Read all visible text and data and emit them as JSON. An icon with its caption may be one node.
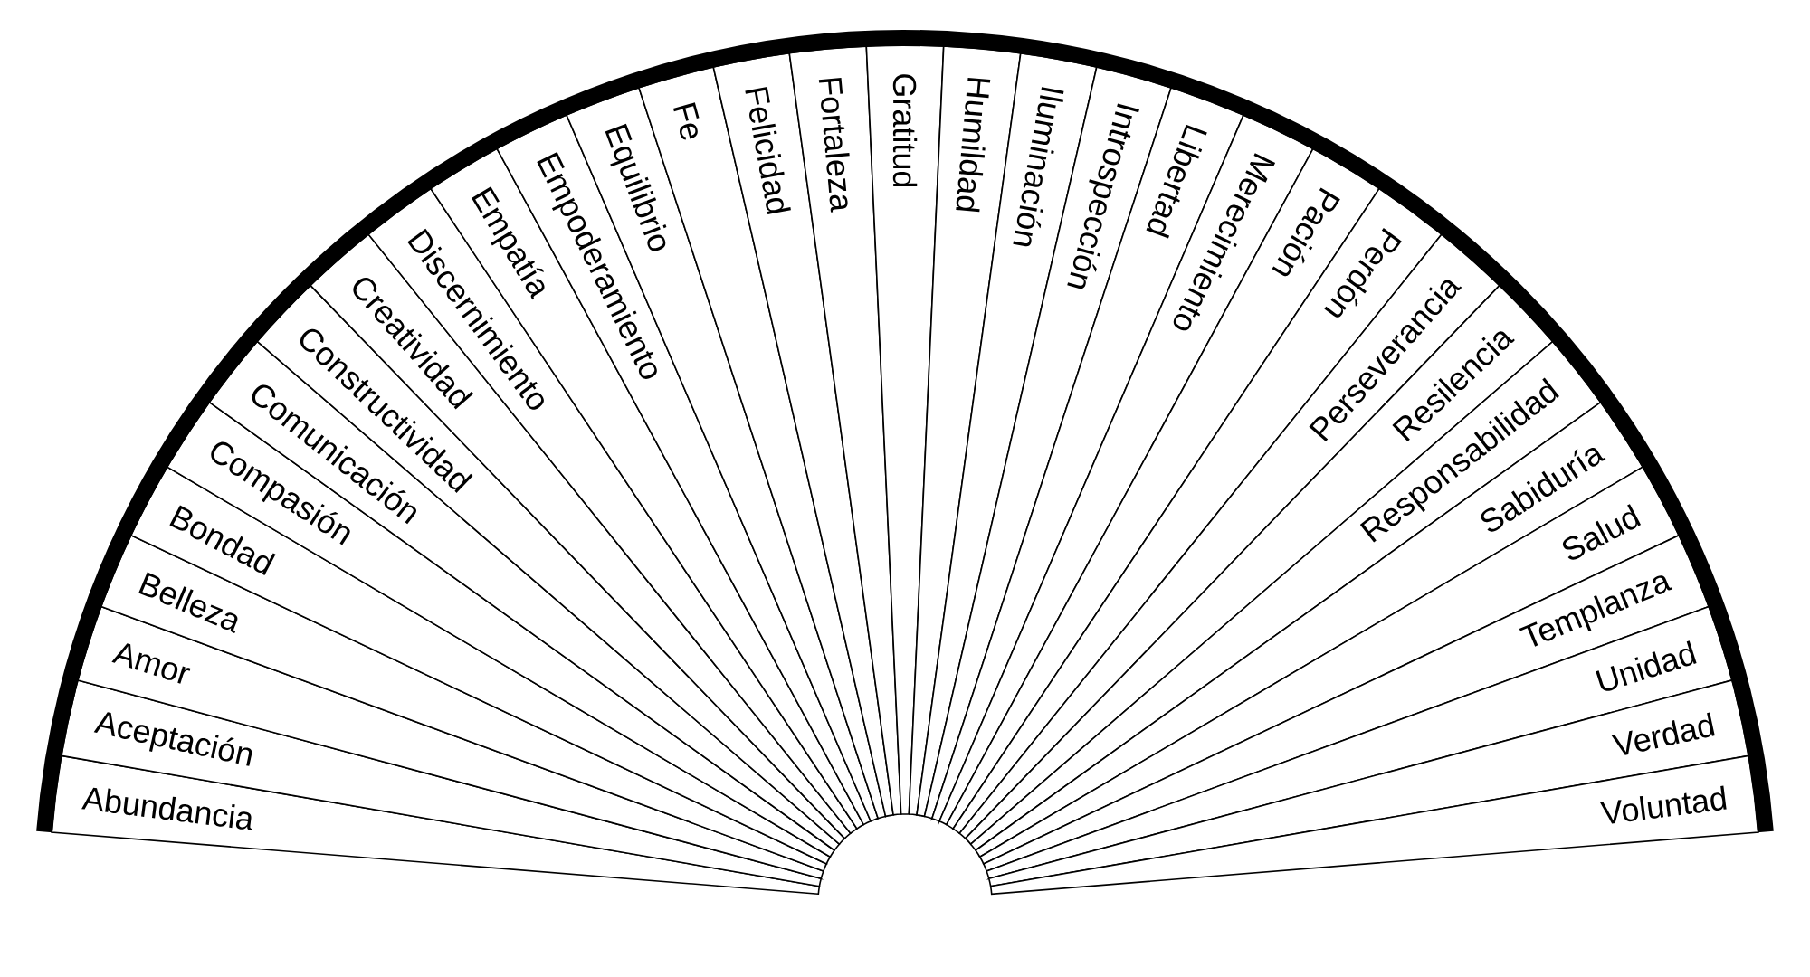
{
  "diagram": {
    "nodes": [
      {
        "text": [
          "Abundancia"
        ]
      },
      {
        "text": [
          "Aceptación"
        ]
      },
      {
        "text": [
          "Amor"
        ]
      },
      {
        "text": [
          "Belleza"
        ]
      },
      {
        "text": [
          "Bondad"
        ]
      },
      {
        "text": [
          "Compasión"
        ]
      },
      {
        "text": [
          "Comunicación"
        ]
      },
      {
        "text": [
          "Constructividad"
        ]
      },
      {
        "text": [
          "Creatividad"
        ]
      },
      {
        "text": [
          "Discernimiento"
        ]
      },
      {
        "text": [
          "Empatía"
        ]
      },
      {
        "text": [
          "Empoderamiento"
        ]
      },
      {
        "text": [
          "Equilibrio"
        ]
      },
      {
        "text": [
          "Fe"
        ]
      },
      {
        "text": [
          "Felicidad"
        ]
      },
      {
        "text": [
          "Fortaleza"
        ]
      },
      {
        "text": [
          "Gratitud"
        ]
      },
      {
        "text": [
          "Humildad"
        ]
      },
      {
        "text": [
          "Iluminación"
        ]
      },
      {
        "text": [
          "Introspección"
        ]
      },
      {
        "text": [
          "Libertad"
        ]
      },
      {
        "text": [
          "Merecimiento"
        ]
      },
      {
        "text": [
          "Pación"
        ]
      },
      {
        "text": [
          "Perdón"
        ]
      },
      {
        "text": [
          "Perseverancia"
        ]
      },
      {
        "text": [
          "Resilencia"
        ]
      },
      {
        "text": [
          "Responsabilidad"
        ]
      },
      {
        "text": [
          "Sabiduría"
        ]
      },
      {
        "text": [
          "Salud"
        ]
      },
      {
        "text": [
          "Templanza"
        ]
      },
      {
        "text": [
          "Unidad"
        ]
      },
      {
        "text": [
          "Verdad"
        ]
      },
      {
        "text": [
          "Voluntad"
        ]
      }
    ]
  }
}
